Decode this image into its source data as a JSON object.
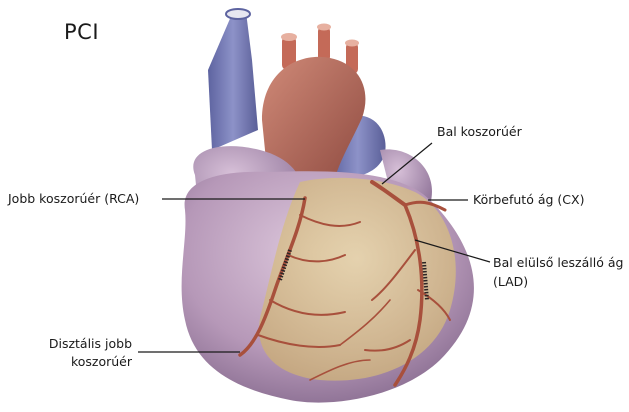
{
  "title": "PCI",
  "labels": {
    "rca": "Jobb koszorúér (RCA)",
    "left_coronary": "Bal koszorúér",
    "circumflex": "Körbefutó ág (CX)",
    "lad_line1": "Bal elülső leszálló ág",
    "lad_line2": "(LAD)",
    "distal_rca_line1": "Disztális jobb",
    "distal_rca_line2": "koszorúér"
  },
  "colors": {
    "vein_blue": "#7a80b8",
    "aorta_red": "#b4685a",
    "heart_purple": "#b89ab8",
    "artery": "#a8503c",
    "leader_line": "#1a1a1a"
  },
  "icons": [
    "heart-illustration",
    "stent"
  ]
}
